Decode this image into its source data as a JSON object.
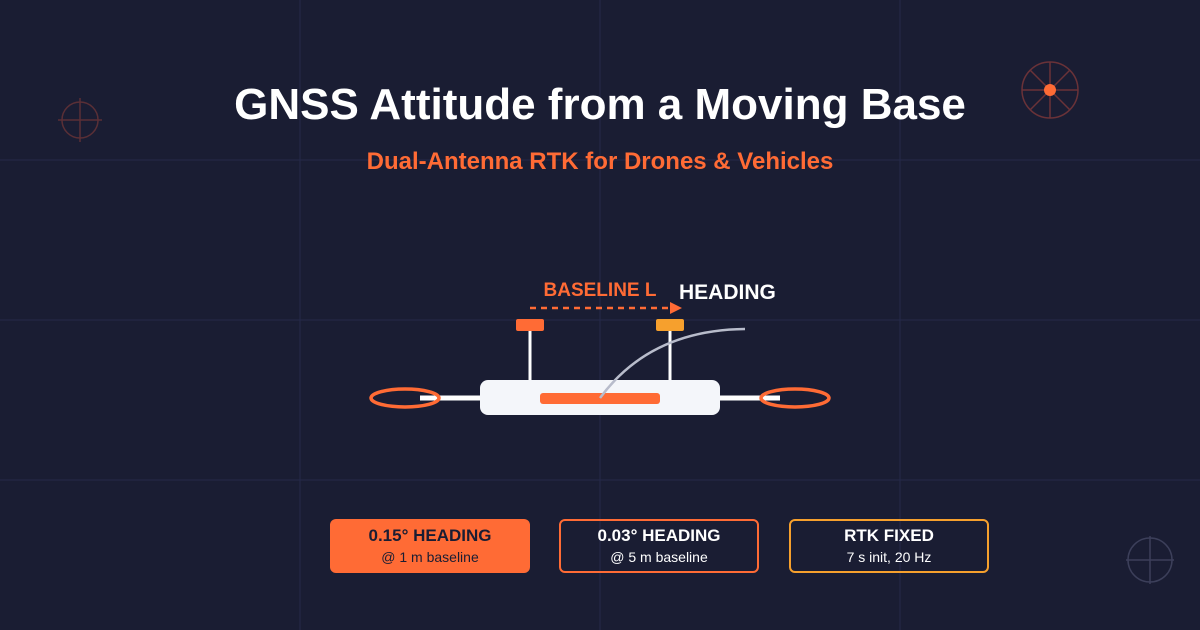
{
  "header": {
    "title": "GNSS Attitude from a Moving Base",
    "subtitle": "Dual-Antenna RTK for Drones & Vehicles"
  },
  "diagram": {
    "baseline_label": "BASELINE L",
    "heading_label": "HEADING"
  },
  "stats": [
    {
      "value": "0.15° HEADING",
      "note": "@ 1 m baseline"
    },
    {
      "value": "0.03° HEADING",
      "note": "@ 5 m baseline"
    },
    {
      "value": "RTK FIXED",
      "note": "7 s init, 20 Hz"
    }
  ],
  "colors": {
    "background": "#1a1d33",
    "accent": "#ff6b35",
    "accent_secondary": "#f6a02d",
    "body": "#f4f6fa",
    "grid": "#25294a"
  }
}
